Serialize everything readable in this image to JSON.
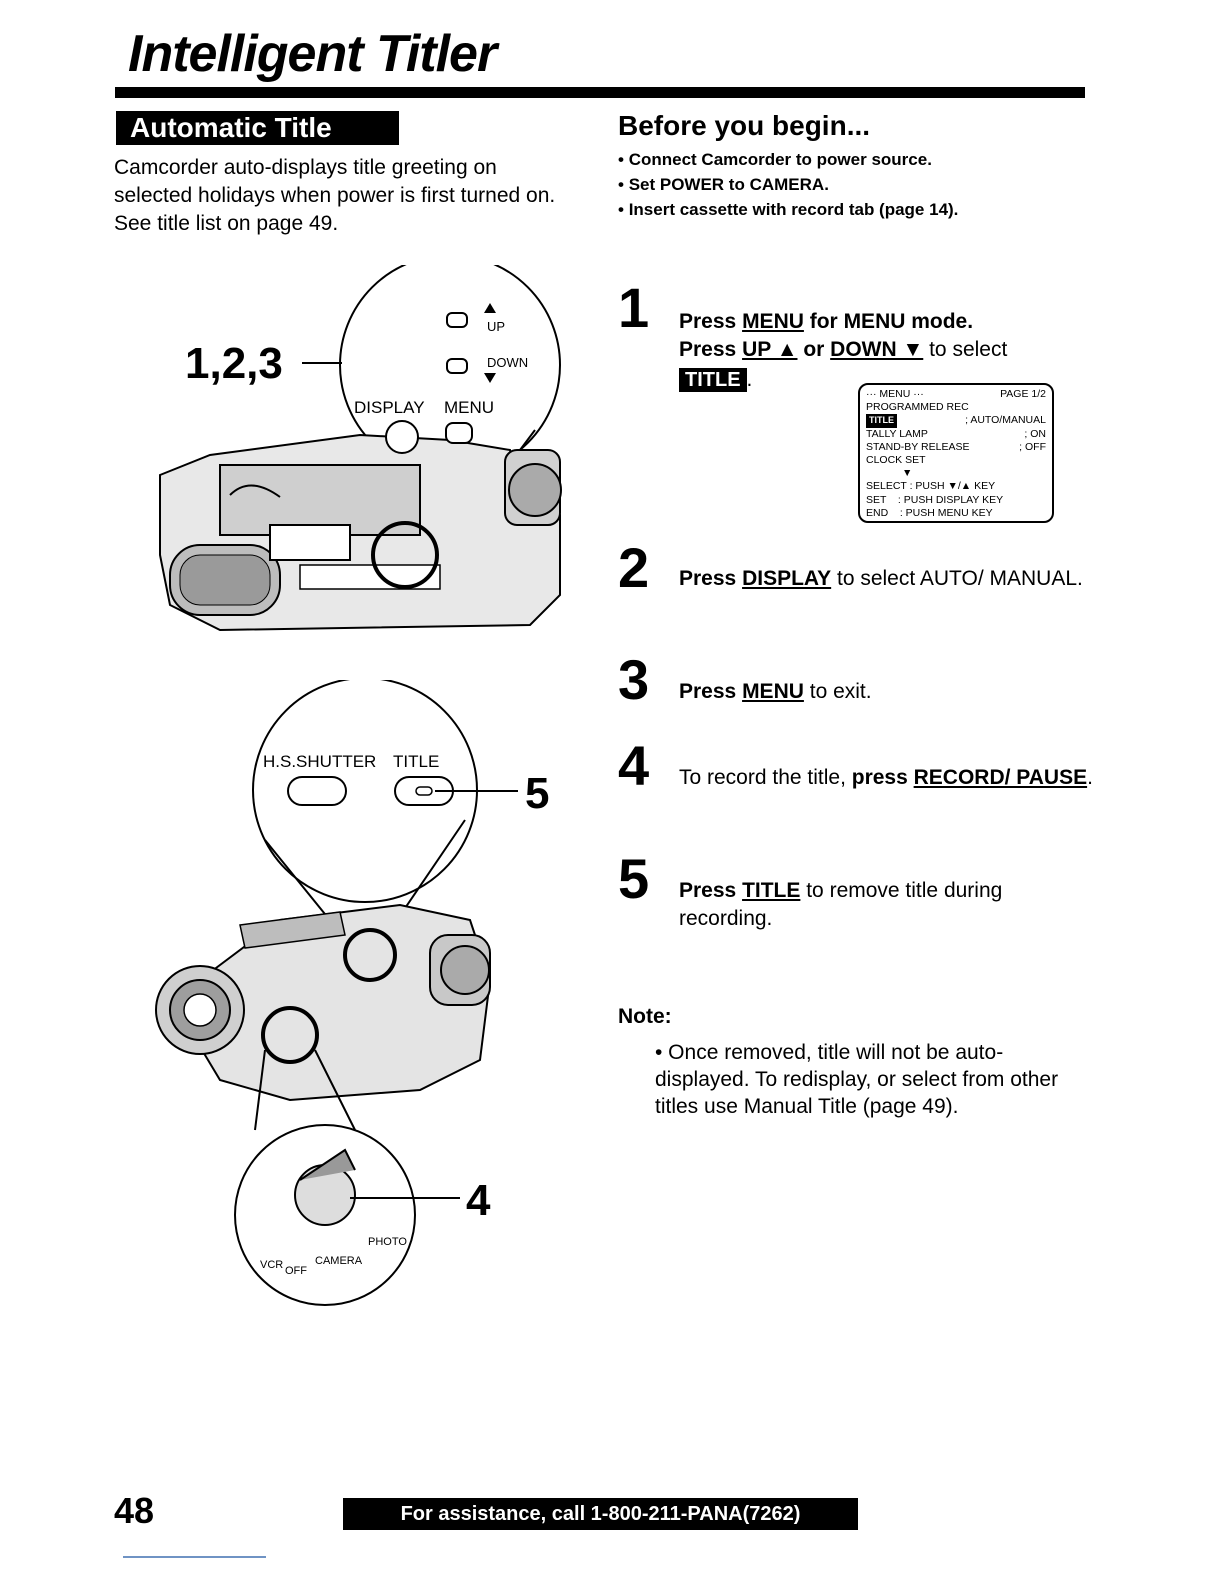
{
  "page_title": "Intelligent Titler",
  "section": {
    "badge": "Automatic Title",
    "intro": "Camcorder auto-displays title greeting on selected holidays when power is first turned on. See title list on page 49."
  },
  "before_you_begin": {
    "title": "Before you begin...",
    "items": [
      "Connect Camcorder to power source.",
      "Set POWER to CAMERA.",
      "Insert cassette with record tab (page 14)."
    ]
  },
  "figure": {
    "top_callout": "1,2,3",
    "btn_up": "UP",
    "btn_down": "DOWN",
    "btn_display": "DISPLAY",
    "btn_menu": "MENU",
    "hs_shutter": "H.S.SHUTTER",
    "title_btn": "TITLE",
    "callout_5": "5",
    "callout_4": "4",
    "switch_vcr": "VCR",
    "switch_off": "OFF",
    "switch_camera": "CAMERA",
    "switch_photo": "PHOTO"
  },
  "steps": [
    {
      "num": "1",
      "l1_a": "Press ",
      "l1_b": "MENU",
      "l1_c": " for MENU mode.",
      "l2_a": "Press ",
      "l2_b": "UP ▲",
      "l2_c": " or ",
      "l2_d": "DOWN ▼",
      "l2_e": " to select",
      "chip": "TITLE",
      "chip_tail": "."
    },
    {
      "num": "2",
      "a": "Press ",
      "b": "DISPLAY",
      "c": " to select AUTO/ MANUAL."
    },
    {
      "num": "3",
      "a": "Press ",
      "b": "MENU",
      "c": " to exit."
    },
    {
      "num": "4",
      "a": "To record the title, ",
      "b": "press ",
      "c": "RECORD/ PAUSE",
      "d": "."
    },
    {
      "num": "5",
      "a": "Press ",
      "b": "TITLE",
      "c": " to remove title during recording."
    }
  ],
  "menu_screen": {
    "header_left": "··· MENU ···",
    "header_right": "PAGE 1/2",
    "rows": [
      {
        "l": "PROGRAMMED REC",
        "r": ""
      },
      {
        "l": "TITLE",
        "r": "; AUTO/MANUAL",
        "chip": true
      },
      {
        "l": "TALLY LAMP",
        "r": "; ON"
      },
      {
        "l": "STAND-BY RELEASE",
        "r": "; OFF"
      },
      {
        "l": "CLOCK SET",
        "r": ""
      },
      {
        "l": "▼",
        "r": ""
      },
      {
        "l": "SELECT : PUSH ▼/▲ KEY",
        "r": ""
      },
      {
        "l": "SET    : PUSH DISPLAY KEY",
        "r": ""
      },
      {
        "l": "END    : PUSH MENU KEY",
        "r": ""
      }
    ]
  },
  "note": {
    "title": "Note:",
    "text": "• Once removed, title will not be auto-displayed. To redisplay, or select from other titles use Manual Title (page 49)."
  },
  "footer": {
    "page_number": "48",
    "assist": "For assistance, call 1-800-211-PANA(7262)"
  }
}
